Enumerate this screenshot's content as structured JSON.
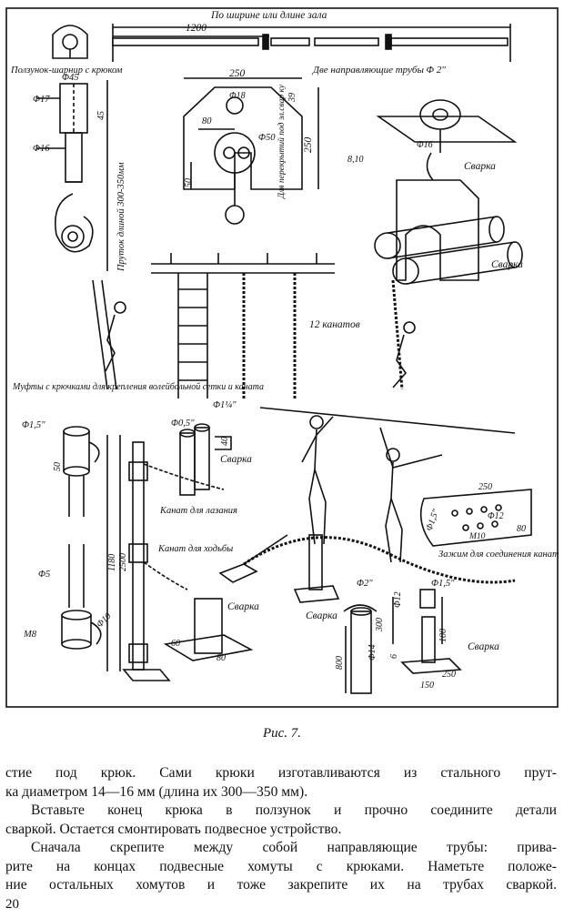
{
  "figure": {
    "labels": {
      "width_or_length": "По ширине или длине зала",
      "dim_1200": "1200",
      "slider_hinge": "Ползунок-шарнир с крюком",
      "phi45": "Φ45",
      "two_pipes": "Две направляющие трубы Φ 2\"",
      "dim_250_top": "250",
      "phi18": "Φ18",
      "dim_80": "80",
      "phi50": "Φ50",
      "dim_39": "39",
      "dim_250_side": "250",
      "dim_50": "50",
      "for_ceilings": "Для перекрытий под эл.свар ку",
      "phi16_right": "Φ16",
      "dim_810": "8,10",
      "welding_1": "Сварка",
      "welding_2": "Сварка",
      "phi17": "Φ17",
      "dim_45": "45",
      "phi16_left": "Φ16",
      "rod_length": "Пруток длиной 300-350мм",
      "twelve_ropes": "12 канатов",
      "couplings": "Муфты с крючками для крепления волейбольной сетки и каната",
      "phi15_a": "Φ1,5\"",
      "dim_50b": "50",
      "phi05": "Φ0,5\"",
      "phi114": "Φ1¼\"",
      "dim_40": "40",
      "welding_3": "Сварка",
      "climb_rope": "Канат для лазания",
      "walk_rope": "Канат для ходьбы",
      "dim_250c": "250",
      "phi15_b": "Φ1,5\"",
      "phi12_a": "Φ12",
      "dim_80c": "80",
      "m10": "M10",
      "clamp": "Зажим для соединения канатов",
      "phi5": "Φ5",
      "dim_1180": "1180",
      "dim_2500": "2500",
      "m8": "M8",
      "phi10": "Φ10",
      "welding_4": "Сварка",
      "dim_60": "60",
      "dim_80d": "80",
      "welding_5": "Сварка",
      "phi2": "Φ2\"",
      "phi12_b": "Φ12",
      "phi15_c": "Φ1,5\"",
      "dim_300": "300",
      "dim_800": "800",
      "phi14": "Φ14",
      "dim_6": "6",
      "dim_100": "100",
      "welding_6": "Сварка",
      "dim_150": "150",
      "dim_250d": "250"
    }
  },
  "caption": "Рис. 7.",
  "text": {
    "lines": [
      "стие под крюк. Сами крюки изготавливаются из стального прутка диаметром 14—16 мм (длина их 300—350 мм)."
    ],
    "p1": "стие под крюк. Сами крюки изготавливаются из стального прут-",
    "p1b": "ка диаметром 14—16 мм (длина их 300—350 мм).",
    "p2": "Вставьте конец крюка в ползунок и прочно соедините детали",
    "p2b": "сваркой. Остается смонтировать подвесное устройство.",
    "p3": "Сначала скрепите между собой направляющие трубы: прива-",
    "p3b": "рите на концах подвесные хомуты с крюками. Наметьте положе-",
    "p3c": "ние остальных хомутов и тоже закрепите их на трубах сваркой."
  },
  "page_number": "20"
}
